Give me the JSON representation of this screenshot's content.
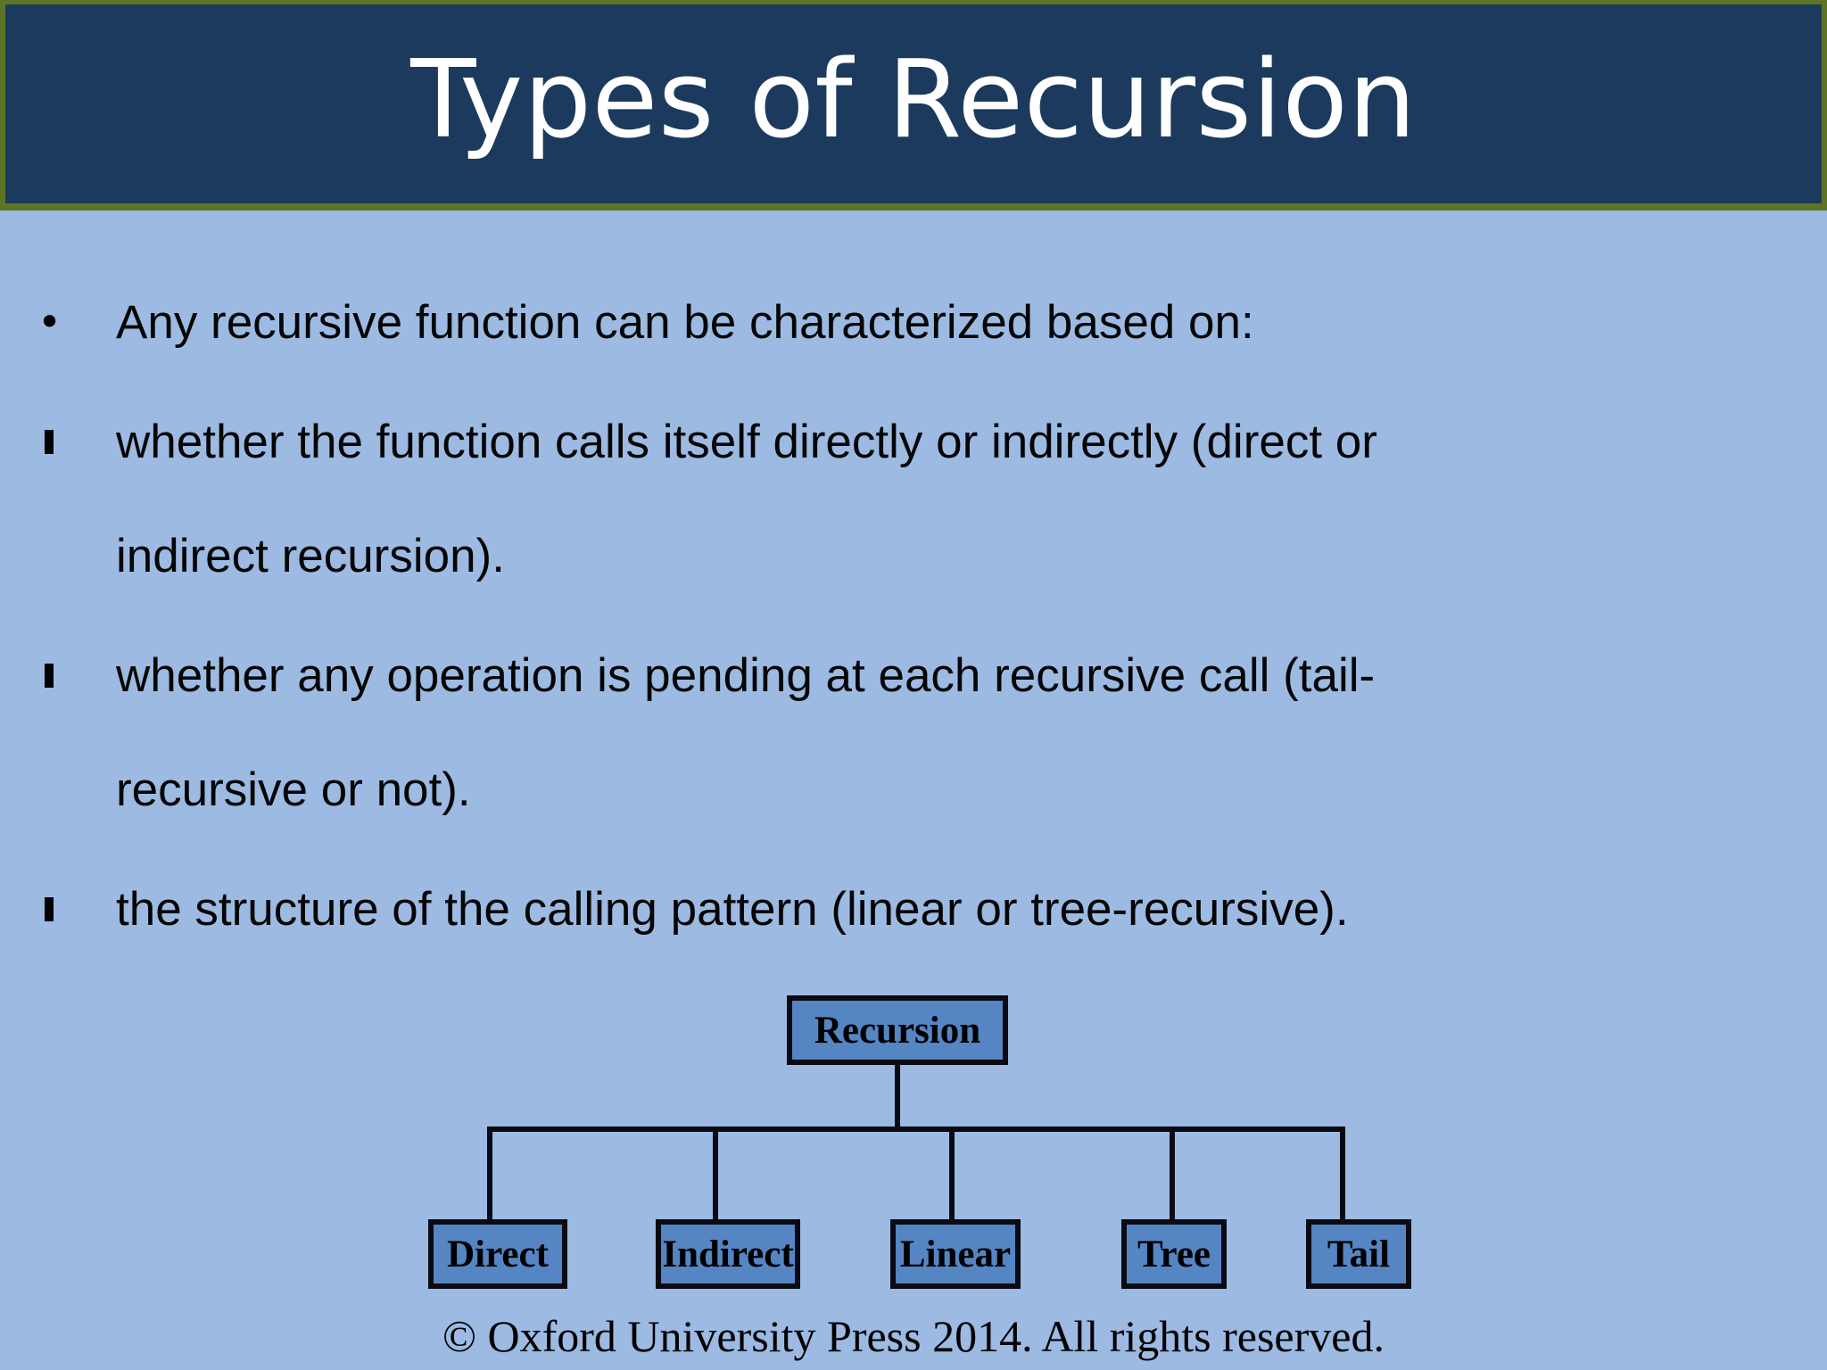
{
  "slide": {
    "title": "Types of Recursion",
    "background_color": "#9dbae2",
    "title_band_color": "#1c3a5e",
    "title_border_color": "#5d7426",
    "title_text_color": "#ffffff"
  },
  "bullets": [
    {
      "marker": "round-bullet",
      "level": 1,
      "lines": [
        "Any recursive function can be characterized based on:"
      ]
    },
    {
      "marker": "square-bullet",
      "level": 2,
      "lines": [
        "whether the function calls itself directly or indirectly (direct or",
        "indirect recursion)."
      ]
    },
    {
      "marker": "square-bullet",
      "level": 2,
      "lines": [
        "whether any operation is pending at each recursive call (tail-",
        "recursive or not)."
      ]
    },
    {
      "marker": "square-bullet",
      "level": 2,
      "lines": [
        "the structure of the calling pattern (linear or tree-recursive)."
      ]
    }
  ],
  "diagram": {
    "type": "tree",
    "node_fill_color": "#5585c2",
    "node_border_color": "#0a0a14",
    "root": "Recursion",
    "children": [
      "Direct",
      "Indirect",
      "Linear",
      "Tree",
      "Tail"
    ]
  },
  "footer": {
    "copyright": "© Oxford University Press 2014. All rights reserved."
  }
}
